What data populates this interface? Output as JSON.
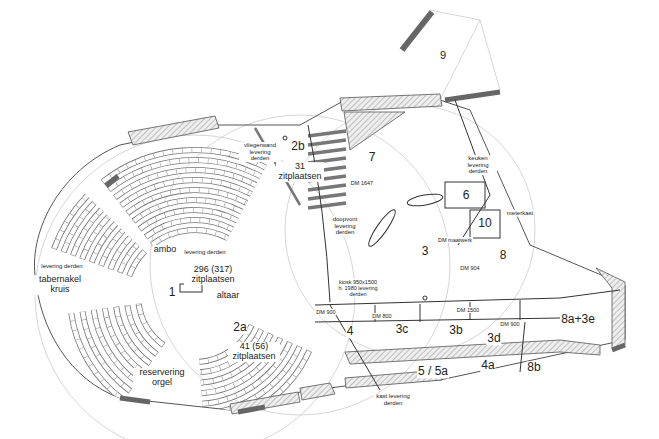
{
  "diagram": {
    "labels": [
      "9",
      "vliegerwand levering derden",
      "2b",
      "31 zitplaatsen",
      "7",
      "keuken levering derden",
      "6",
      "10",
      "meterkast",
      "8",
      "3",
      "doopvont levering derden",
      "levering derden",
      "ambo",
      "levering derden",
      "tabernakel kruis",
      "296 (317) zitplaatsen",
      "1",
      "altaar",
      "2a",
      "41 (56) zitplaatsen",
      "reservering orgel",
      "kiosk 950x1500 h. 1980 levering derden",
      "4",
      "3c",
      "3b",
      "3d",
      "5 / 5a",
      "4a",
      "8b",
      "8a+3e",
      "kast levering derden",
      "DM 1647",
      "DM maatwerk",
      "DM 904",
      "DM 900",
      "DM 1500",
      "DM 800",
      "DM 900"
    ]
  }
}
